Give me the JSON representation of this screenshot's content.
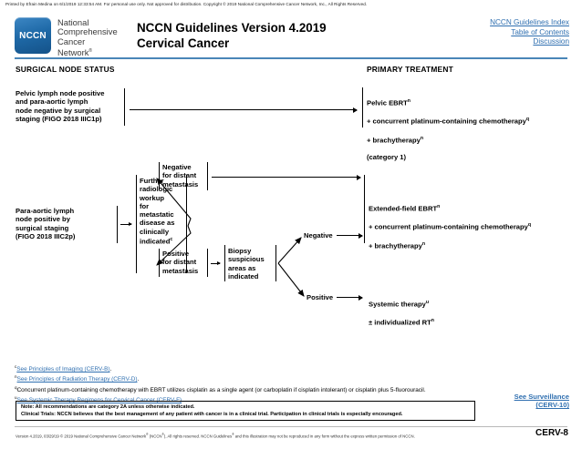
{
  "print_banner": "Printed by Efrain Medina on 6/1/2019 12:33:54 AM. For personal use only. Not approved for distribution. Copyright © 2019 National Comprehensive Cancer Network, Inc., All Rights Reserved.",
  "brand": {
    "logo_text": "NCCN",
    "logo_words_line1": "National",
    "logo_words_line2": "Comprehensive",
    "logo_words_line3": "Cancer",
    "logo_words_line4": "Network",
    "logo_words_sup": "®",
    "accent_color": "#2f6fb0",
    "rule_color": "#4a86b8"
  },
  "header": {
    "title_line1": "NCCN Guidelines Version 4.2019",
    "title_line2": "Cervical Cancer",
    "links": [
      "NCCN Guidelines Index",
      "Table of Contents",
      "Discussion"
    ]
  },
  "columns": {
    "surgical": "SURGICAL NODE STATUS",
    "primary": "PRIMARY TREATMENT"
  },
  "flow": {
    "pelvic_positive": "Pelvic lymph node positive\nand para-aortic lymph\nnode negative by surgical\nstaging (FIGO 2018 IIIC1p)",
    "pelvic_treatment_l1": "Pelvic EBRT",
    "pelvic_treatment_l1_sup": "n",
    "pelvic_treatment_l2": "+ concurrent platinum-containing chemotherapy",
    "pelvic_treatment_l2_sup": "q",
    "pelvic_treatment_l3": "+ brachytherapy",
    "pelvic_treatment_l3_sup": "n",
    "pelvic_treatment_l4": "(category 1)",
    "para_aortic_positive": "Para-aortic lymph\nnode positive by\nsurgical staging\n(FIGO 2018 IIIC2p)",
    "further_workup": "Further\nradiologic\nworkup\nfor\nmetastatic\ndisease as\nclinically\nindicated",
    "further_workup_sup": "c",
    "negative_distant": "Negative\nfor distant\nmetastasis",
    "positive_distant": "Positive\nfor distant\nmetastasis",
    "biopsy": "Biopsy\nsuspicious\nareas as\nindicated",
    "branch_negative": "Negative",
    "branch_positive": "Positive",
    "extended_l1": "Extended-field EBRT",
    "extended_l1_sup": "n",
    "extended_l2": "+ concurrent platinum-containing chemotherapy",
    "extended_l2_sup": "q",
    "extended_l3": "+ brachytherapy",
    "extended_l3_sup": "n",
    "systemic_l1": "Systemic therapy",
    "systemic_l1_sup": "u",
    "systemic_l2": "± individualized RT",
    "systemic_l2_sup": "n"
  },
  "footnotes": [
    {
      "marker": "c",
      "text": "See Principles of Imaging (CERV-B)",
      "link": true,
      "tail": "."
    },
    {
      "marker": "n",
      "text": "See Principles of Radiation Therapy (CERV-D)",
      "link": true,
      "tail": "."
    },
    {
      "marker": "q",
      "text": "Concurrent platinum-containing chemotherapy with EBRT utilizes cisplatin as a single agent (or carboplatin if cisplatin intolerant) or cisplatin plus 5-fluorouracil.",
      "link": false,
      "tail": ""
    },
    {
      "marker": "u",
      "text": "See Systemic Therapy Regimens for Cervical Cancer (CERV-F)",
      "link": true,
      "tail": "."
    }
  ],
  "surveillance": {
    "line1": "See Surveillance",
    "line2": "(CERV-10)"
  },
  "note_box": {
    "line1": "Note: All recommendations are category 2A unless otherwise indicated.",
    "line2": "Clinical Trials: NCCN believes that the best management of any patient with cancer is in a clinical trial. Participation in clinical trials is especially encouraged."
  },
  "footer": {
    "text_a": "Version 4.2019, 03/29/19 © 2019 National Comprehensive Cancer Network",
    "sup_a": "®",
    "text_b": " (NCCN",
    "sup_b": "®",
    "text_c": "), All rights reserved. NCCN Guidelines",
    "sup_c": "®",
    "text_d": " and this illustration may not be reproduced in any form without the express written permission of NCCN.",
    "page_id": "CERV-8"
  }
}
